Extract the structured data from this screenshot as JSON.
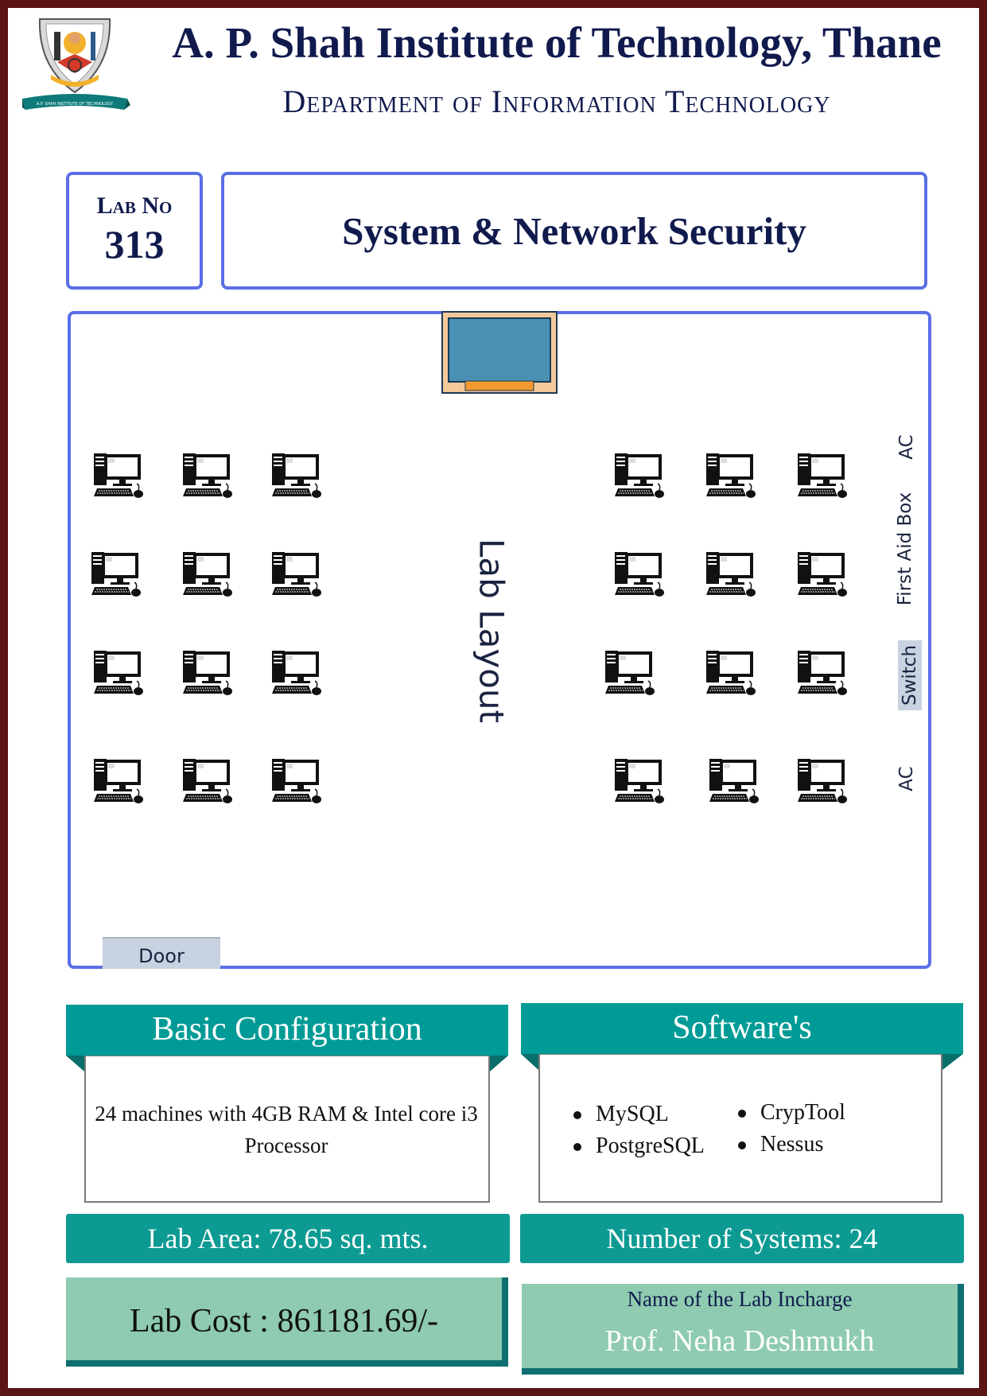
{
  "header": {
    "institute": "A. P. Shah Institute of Technology, Thane",
    "department": "Department of Information Technology",
    "logo_text": "A.P. SHAH INSTITUTE OF TECHNOLOGY"
  },
  "lab": {
    "number_label": "Lab No",
    "number": "313",
    "subject": "System & Network Security"
  },
  "layout": {
    "title": "Lab Layout",
    "door_label": "Door",
    "side_labels": {
      "ac_top": "AC",
      "first_aid": "First Aid Box",
      "switch": "Switch",
      "ac_bottom": "AC"
    },
    "computer_icon": "desktop-computer-icon",
    "computer_count": 24
  },
  "config": {
    "heading": "Basic Configuration",
    "text": "24 machines with 4GB RAM & Intel core i3 Processor"
  },
  "software": {
    "heading": "Software's",
    "col1": [
      "MySQL",
      "PostgreSQL"
    ],
    "col2": [
      "CrypTool",
      "Nessus"
    ]
  },
  "stats": {
    "area": "Lab Area: 78.65 sq. mts.",
    "systems": "Number of Systems: 24",
    "cost": "Lab Cost : 861181.69/-"
  },
  "incharge": {
    "label": "Name of the Lab Incharge",
    "name": "Prof. Neha Deshmukh"
  },
  "colors": {
    "frame": "#5a1414",
    "accent_blue": "#5a6fe6",
    "teal": "#009b96",
    "green_panel": "#8ecbb0",
    "navy_text": "#101a4d"
  }
}
